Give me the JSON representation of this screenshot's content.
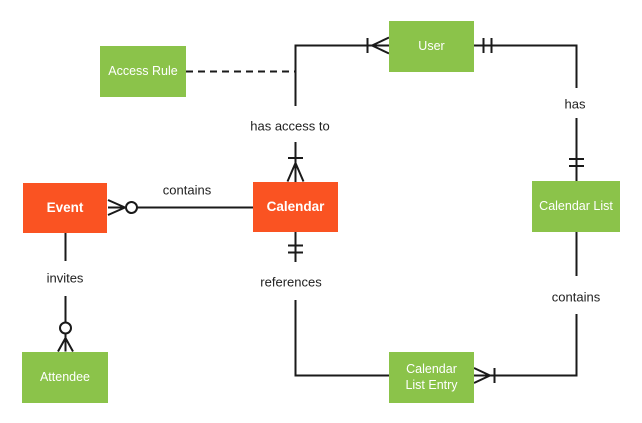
{
  "diagram": {
    "type": "entity-relationship",
    "subject": "Calendar data model",
    "colors": {
      "entity_green": "#8BC34A",
      "entity_orange": "#FA5322",
      "line": "#1A1A1A",
      "entity_text": "#FFFFFF",
      "label_text": "#212121",
      "background": "#FFFFFF"
    },
    "entities": {
      "event": {
        "label": "Event",
        "color": "#FA5322"
      },
      "calendar": {
        "label": "Calendar",
        "color": "#FA5322"
      },
      "access_rule": {
        "label": "Access Rule",
        "color": "#8BC34A"
      },
      "user": {
        "label": "User",
        "color": "#8BC34A"
      },
      "calendar_list": {
        "label": "Calendar List",
        "color": "#8BC34A"
      },
      "attendee": {
        "label": "Attendee",
        "color": "#8BC34A"
      },
      "calendar_list_entry": {
        "label": "Calendar List Entry",
        "color": "#8BC34A"
      }
    },
    "relationships": {
      "calendar_contains_event": {
        "label": "contains",
        "from": "Calendar",
        "to": "Event",
        "to_cardinality": "zero-or-many",
        "line_style": "solid"
      },
      "user_has_access_to_calendar": {
        "label": "has access to",
        "from": "User",
        "to": "Calendar",
        "from_cardinality": "one-or-many",
        "to_cardinality": "one-or-many",
        "line_style": "solid"
      },
      "user_has_calendar_list": {
        "label": "has",
        "from": "User",
        "to": "Calendar List",
        "from_cardinality": "one-and-only-one",
        "to_cardinality": "one-and-only-one",
        "line_style": "solid"
      },
      "calendar_list_contains_entry": {
        "label": "contains",
        "from": "Calendar List",
        "to": "Calendar List Entry",
        "to_cardinality": "one-or-many",
        "line_style": "solid"
      },
      "entry_references_calendar": {
        "label": "references",
        "from": "Calendar List Entry",
        "to": "Calendar",
        "to_cardinality": "one-and-only-one",
        "line_style": "solid"
      },
      "event_invites_attendee": {
        "label": "invites",
        "from": "Event",
        "to": "Attendee",
        "to_cardinality": "zero-or-many",
        "line_style": "solid"
      },
      "access_rule_link": {
        "label": "",
        "from": "Access Rule",
        "to": "User–Calendar relationship",
        "line_style": "dashed"
      }
    }
  }
}
